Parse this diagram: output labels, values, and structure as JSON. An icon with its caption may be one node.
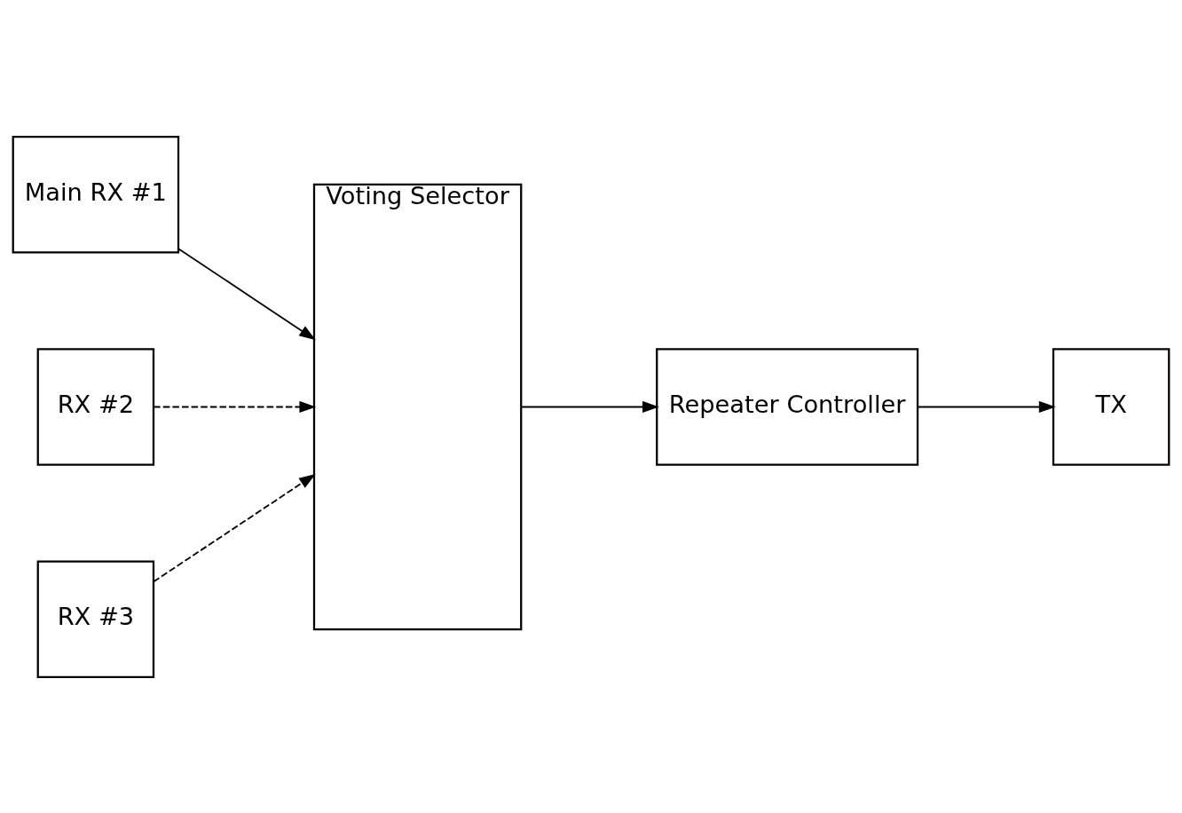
{
  "diagram": {
    "nodes": [
      {
        "text": [
          "Main RX #1"
        ]
      },
      {
        "text": [
          "RX #2"
        ]
      },
      {
        "text": [
          "RX #3"
        ]
      },
      {
        "text": [
          "Voting Selector"
        ]
      },
      {
        "text": [
          "Repeater Controller"
        ]
      },
      {
        "text": [
          "TX"
        ]
      }
    ],
    "edges": [
      {
        "from": 0,
        "to": 3,
        "arrow": "to"
      },
      {
        "from": 1,
        "to": 3,
        "arrow": "to",
        "style": "dashed"
      },
      {
        "from": 2,
        "to": 3,
        "arrow": "to",
        "style": "dashed"
      },
      {
        "from": 3,
        "to": 4,
        "arrow": "to"
      },
      {
        "from": 4,
        "to": 5,
        "arrow": "to"
      }
    ]
  }
}
